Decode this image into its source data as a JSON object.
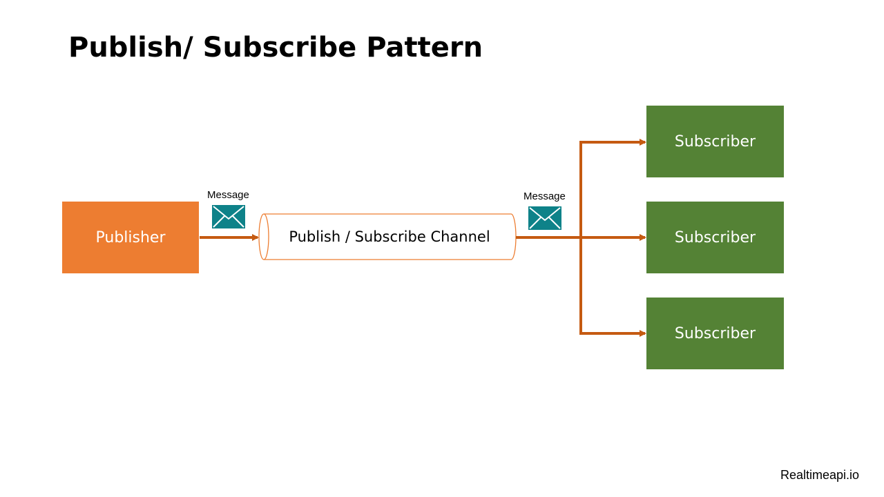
{
  "title": "Publish/ Subscribe Pattern",
  "publisher": {
    "label": "Publisher"
  },
  "channel": {
    "label": "Publish / Subscribe Channel"
  },
  "messages": [
    {
      "label": "Message"
    },
    {
      "label": "Message"
    }
  ],
  "subscribers": [
    {
      "label": "Subscriber"
    },
    {
      "label": "Subscriber"
    },
    {
      "label": "Subscriber"
    }
  ],
  "footer": "Realtimeapi.io",
  "icons": {
    "message": "envelope-icon"
  },
  "colors": {
    "publisher": "#ed7d31",
    "subscriber": "#548235",
    "arrow": "#c55a11",
    "channel_border": "#ed7d31",
    "envelope": "#0e8289"
  }
}
